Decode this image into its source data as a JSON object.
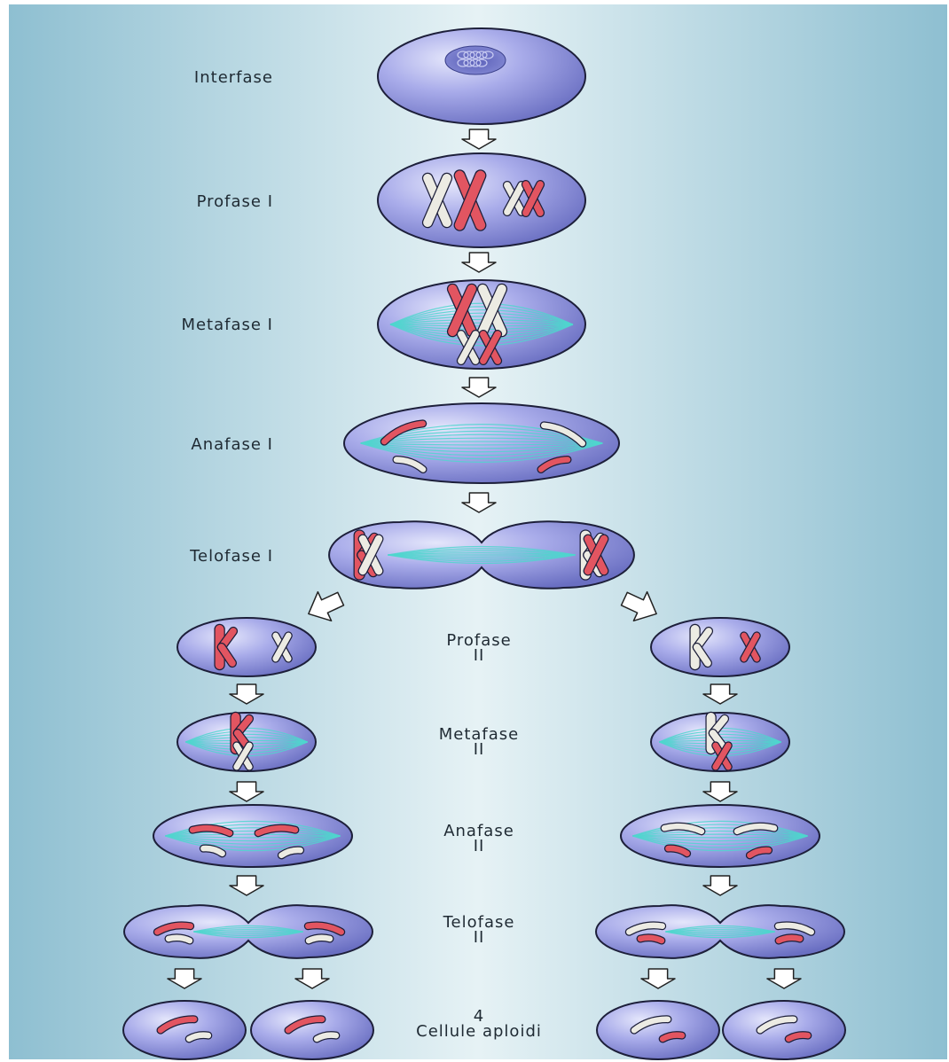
{
  "stages_main": [
    {
      "id": "interfase",
      "label": "Interfase"
    },
    {
      "id": "profase-1",
      "label": "Profase I"
    },
    {
      "id": "metafase-1",
      "label": "Metafase I"
    },
    {
      "id": "anafase-1",
      "label": "Anafase I"
    },
    {
      "id": "telofase-1",
      "label": "Telofase I"
    }
  ],
  "stages_second": [
    {
      "id": "profase-2",
      "line1": "Profase",
      "line2": "II"
    },
    {
      "id": "metafase-2",
      "line1": "Metafase",
      "line2": "II"
    },
    {
      "id": "anafase-2",
      "line1": "Anafase",
      "line2": "II"
    },
    {
      "id": "telofase-2",
      "line1": "Telofase",
      "line2": "II"
    },
    {
      "id": "result",
      "line1": "4",
      "line2": "Cellule aploidi"
    }
  ],
  "colors": {
    "background_edge": "#8ebfd1",
    "background_center": "#e6f2f5",
    "cell_fill": "#8e93d8",
    "cell_highlight": "#dde0fa",
    "cell_outline": "#1d1f3a",
    "chromosome_red": "#e25561",
    "chromosome_white": "#ecebe3",
    "spindle": "#4fd6ce",
    "arrow_fill": "#ffffff"
  }
}
